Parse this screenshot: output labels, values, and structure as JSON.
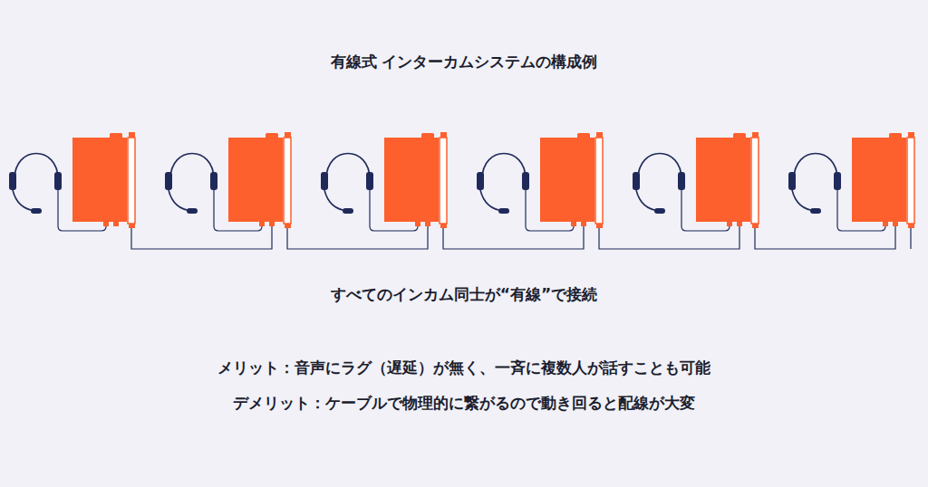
{
  "diagram": {
    "title": "有線式 インターカムシステムの構成例",
    "labels": [
      "すべてのインカム同士が“有線”で接続",
      "メリット：音声にラグ（遅延）が無く、一斉に複数人が話すことも可能",
      "デメリット：ケーブルで物理的に繋がるので動き回ると配線が大変"
    ]
  }
}
